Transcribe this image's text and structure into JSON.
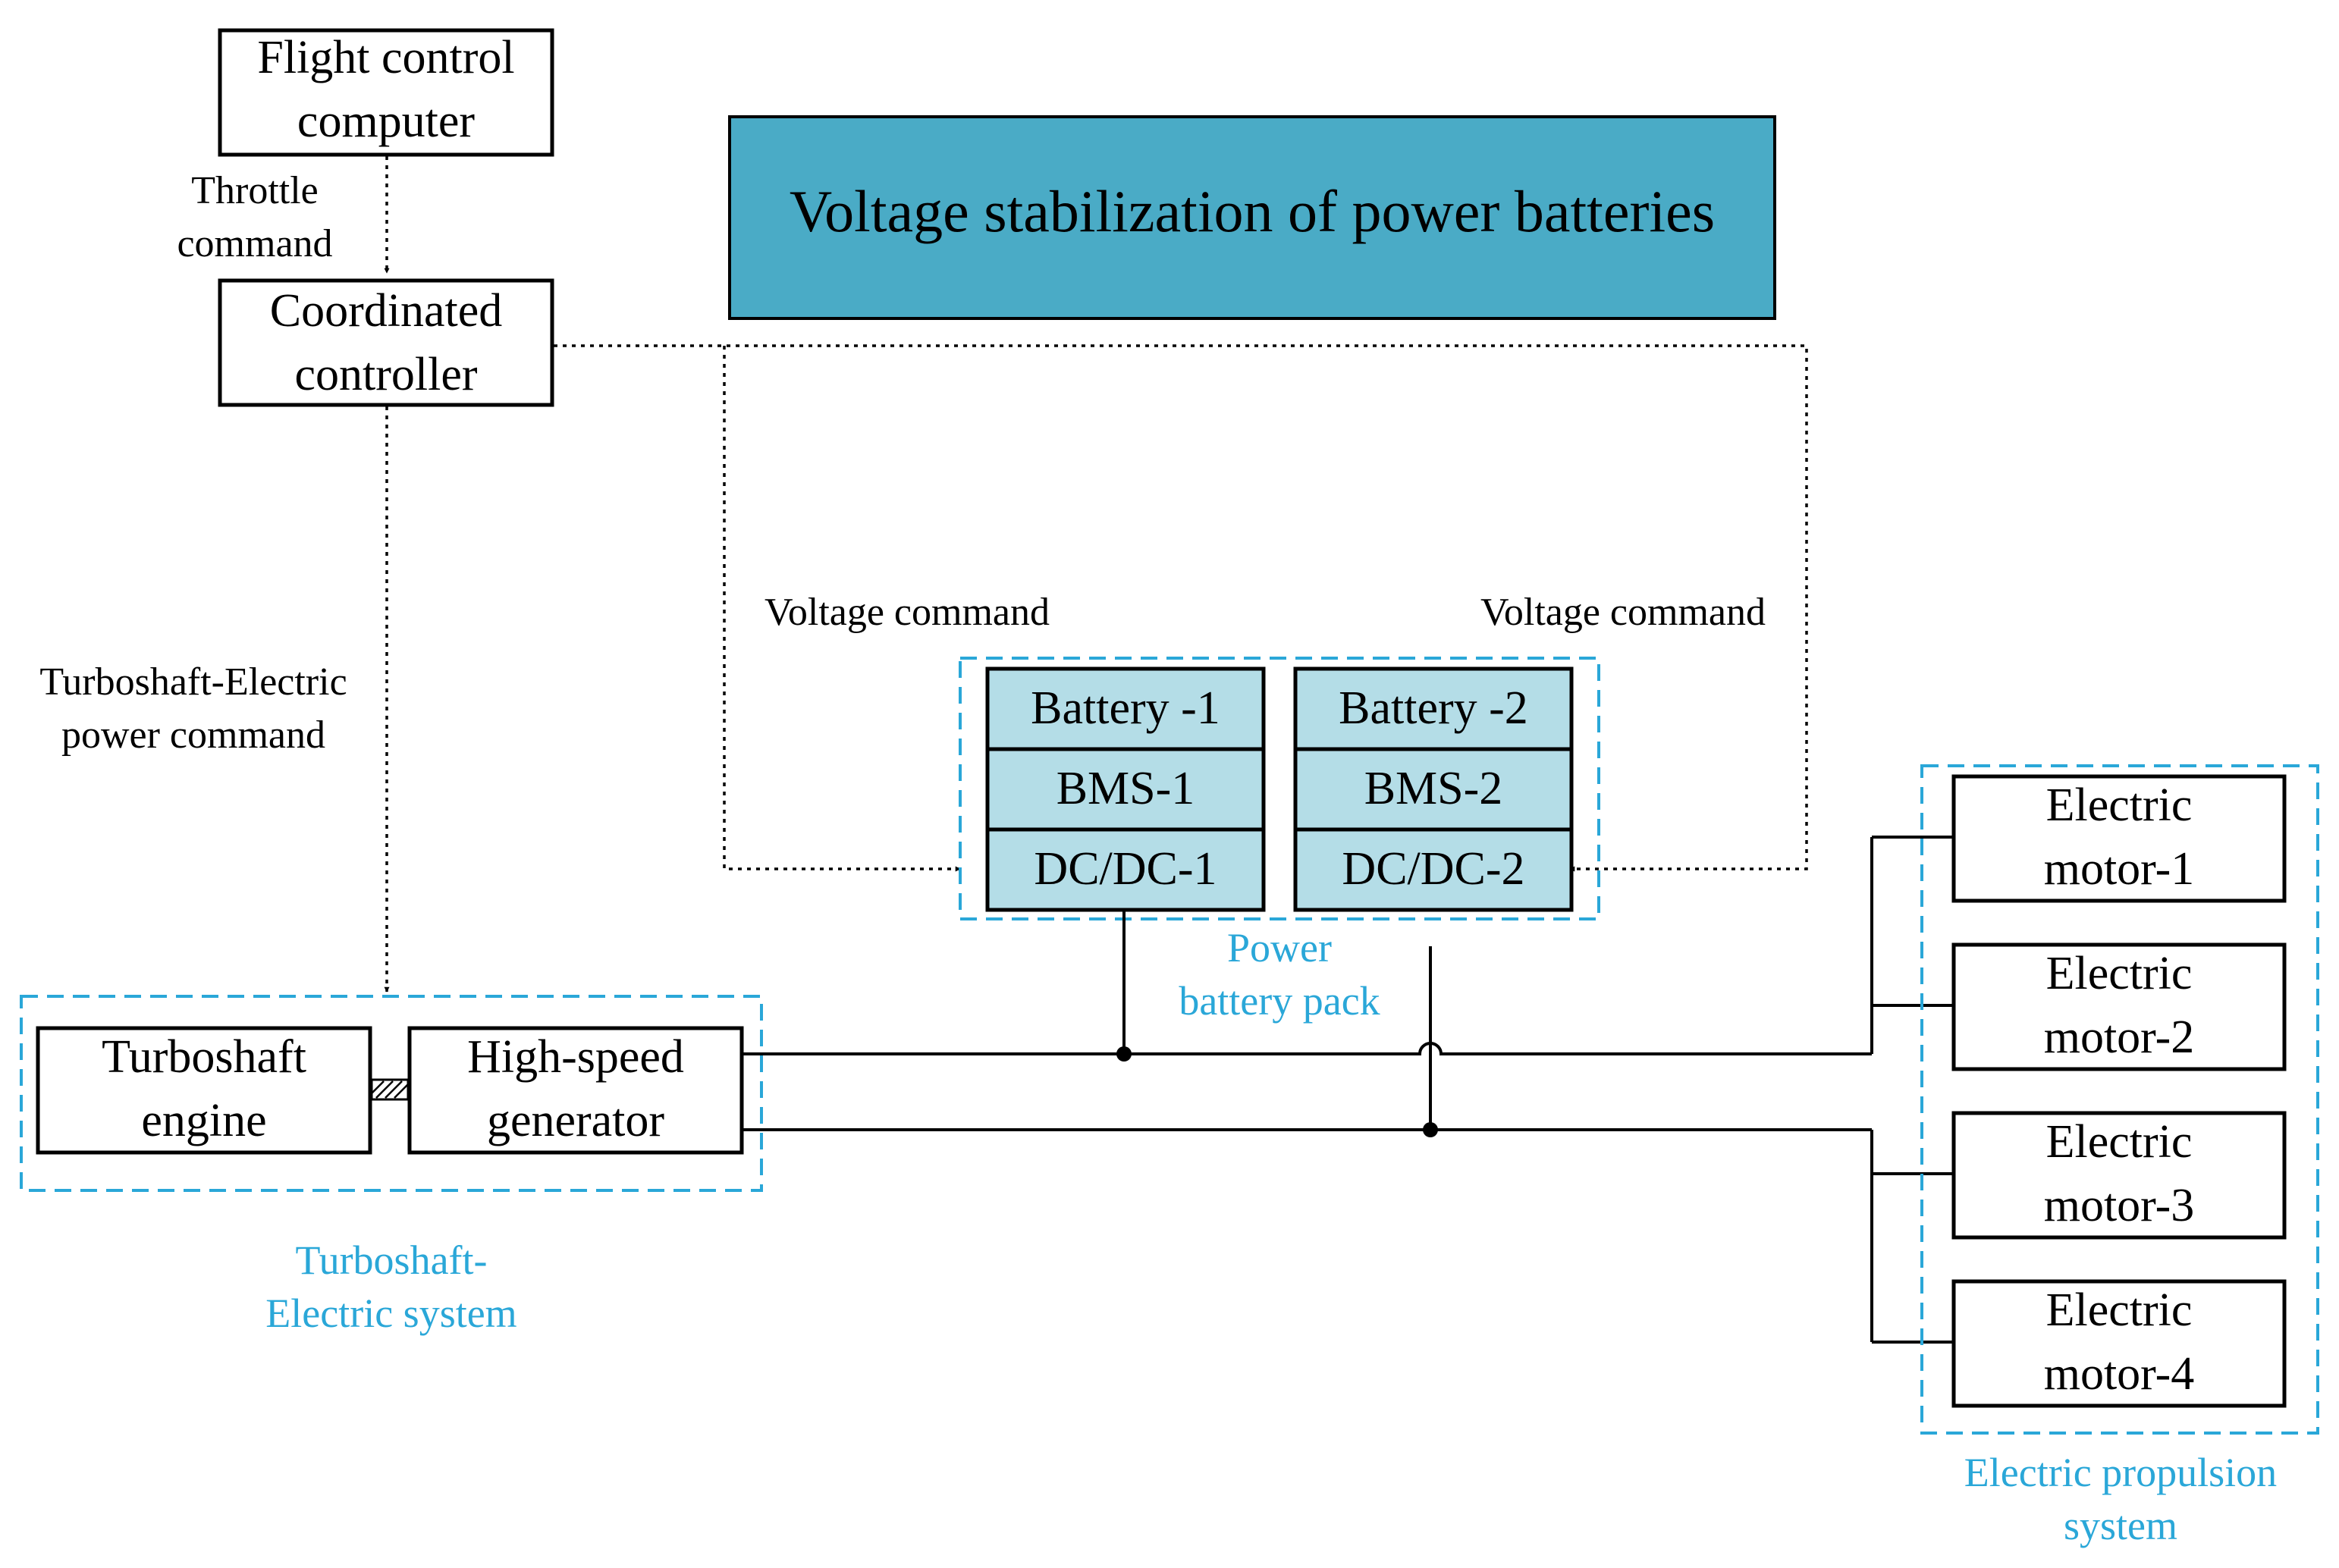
{
  "title": "Voltage stabilization of power batteries",
  "nodes": {
    "flight_control": [
      "Flight control",
      "computer"
    ],
    "coordinated_controller": [
      "Coordinated",
      "controller"
    ],
    "turboshaft_engine": [
      "Turboshaft",
      "engine"
    ],
    "generator": [
      "High-speed",
      "generator"
    ],
    "battery1": "Battery -1",
    "bms1": "BMS-1",
    "dcdc1": "DC/DC-1",
    "battery2": "Battery -2",
    "bms2": "BMS-2",
    "dcdc2": "DC/DC-2",
    "motor1": [
      "Electric",
      "motor-1"
    ],
    "motor2": [
      "Electric",
      "motor-2"
    ],
    "motor3": [
      "Electric",
      "motor-3"
    ],
    "motor4": [
      "Electric",
      "motor-4"
    ]
  },
  "labels": {
    "throttle_command": [
      "Throttle",
      "command"
    ],
    "power_command": [
      "Turboshaft-Electric",
      "power command"
    ],
    "voltage_command_left": "Voltage command",
    "voltage_command_right": "Voltage command"
  },
  "groups": {
    "turboshaft_system": [
      "Turboshaft-",
      "Electric system"
    ],
    "battery_pack": [
      "Power",
      "battery pack"
    ],
    "propulsion_system": [
      "Electric propulsion",
      "system"
    ]
  },
  "colors": {
    "title_fill": "#4aabc6",
    "cell_fill": "#b4dde7",
    "group_outline": "#2aa7d8"
  }
}
